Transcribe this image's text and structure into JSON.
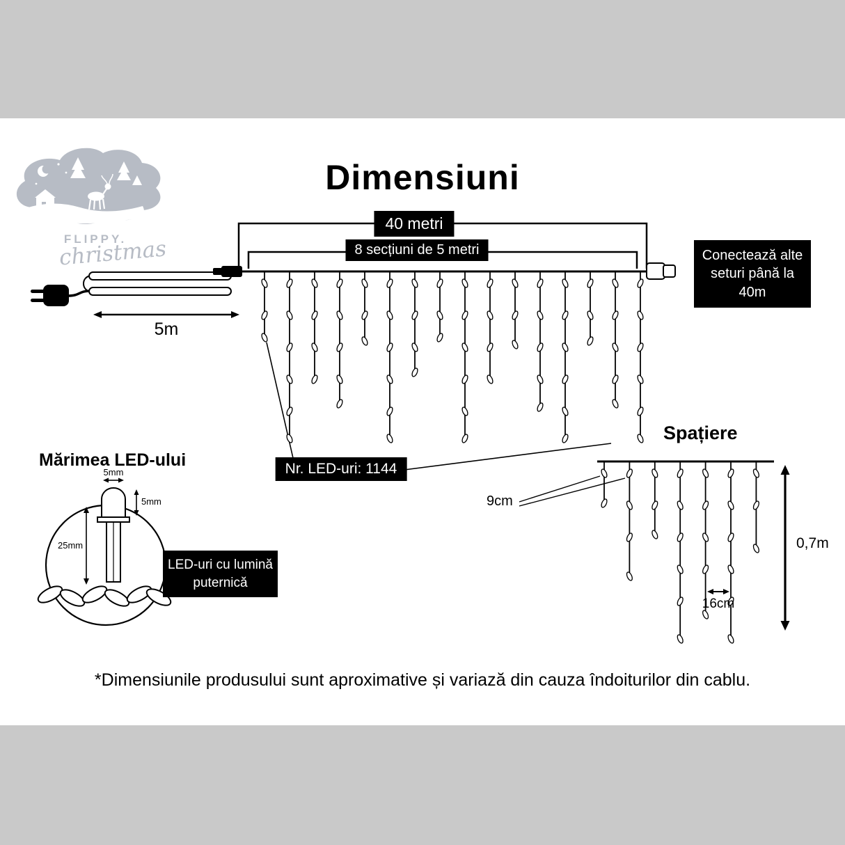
{
  "colors": {
    "bg": "#c9c9c9",
    "panel": "#ffffff",
    "ink": "#000000",
    "logo": "#b7bcc5"
  },
  "page": {
    "title": "Dimensiuni"
  },
  "logo": {
    "brand": "FLIPPY.",
    "script": "christmas"
  },
  "main_diagram": {
    "total_length": "40 metri",
    "sections": "8 secțiuni de 5 metri",
    "lead_length": "5m",
    "connect_note": "Conectează alte seturi până la 40m",
    "led_count": "Nr. LED-uri: 1144"
  },
  "led_size": {
    "heading": "Mărimea LED-ului",
    "cap_width": "5mm",
    "cap_height": "5mm",
    "body_length": "25mm",
    "note": "LED-uri cu lumină puternică"
  },
  "spacing": {
    "heading": "Spațiere",
    "drop_gap": "9cm",
    "led_gap": "16cm",
    "drop_length": "0,7m"
  },
  "disclaimer": "*Dimensiunile produsului sunt aproximative și variază din cauza îndoiturilor din cablu."
}
